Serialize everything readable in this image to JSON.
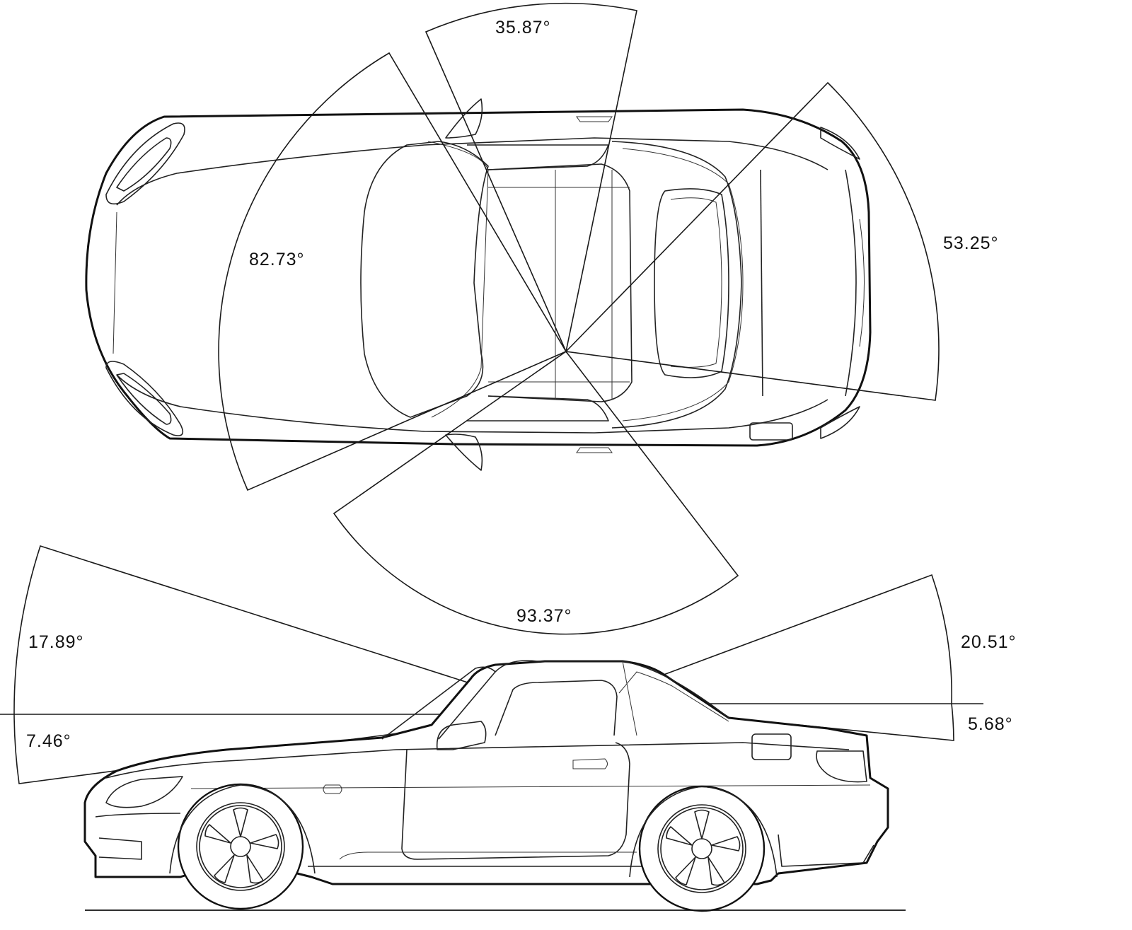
{
  "angles": {
    "top_front_view": "35.87°",
    "top_left_view": "82.73°",
    "top_rear_view": "53.25°",
    "top_side_view": "93.37°",
    "side_up_front": "17.89°",
    "side_down_front": "7.46°",
    "side_up_rear": "20.51°",
    "side_down_rear": "5.68°"
  },
  "colors": {
    "ink": "#111111",
    "paper": "#ffffff"
  }
}
